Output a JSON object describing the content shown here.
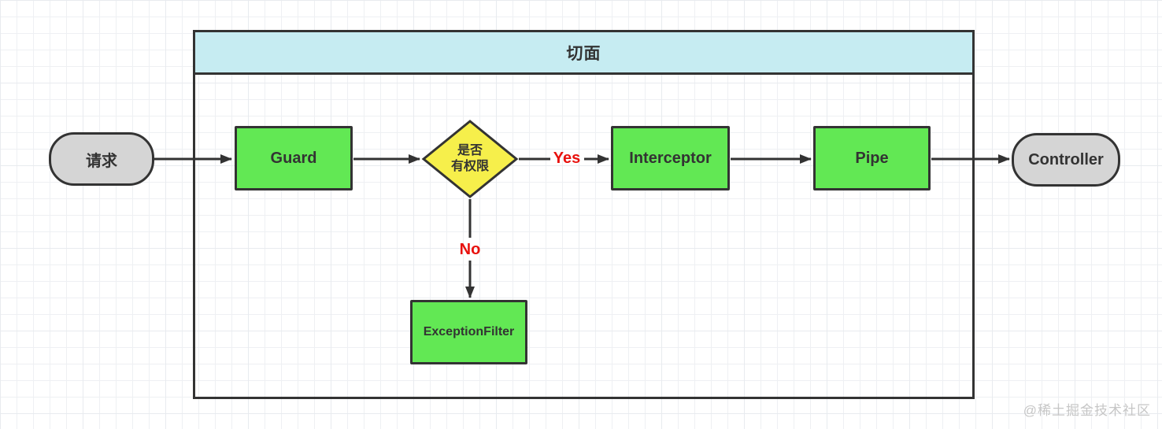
{
  "diagram": {
    "container": {
      "title": "切面"
    },
    "nodes": {
      "request": {
        "label": "请求",
        "shape": "terminal"
      },
      "guard": {
        "label": "Guard",
        "shape": "process"
      },
      "decision": {
        "label": "是否\n有权限",
        "shape": "decision"
      },
      "interceptor": {
        "label": "Interceptor",
        "shape": "process"
      },
      "pipe": {
        "label": "Pipe",
        "shape": "process"
      },
      "controller": {
        "label": "Controller",
        "shape": "terminal"
      },
      "exception_filter": {
        "label": "ExceptionFilter",
        "shape": "process"
      }
    },
    "edges": {
      "yes_label": "Yes",
      "no_label": "No"
    },
    "colors": {
      "process_fill": "#62e854",
      "decision_fill": "#f6ef4b",
      "terminal_fill": "#d5d5d5",
      "header_fill": "#c6ecf2",
      "stroke": "#333333",
      "branch_label": "#e8110d",
      "watermark": "#c6c6c6"
    }
  },
  "watermark": {
    "text": "@稀土掘金技术社区"
  }
}
